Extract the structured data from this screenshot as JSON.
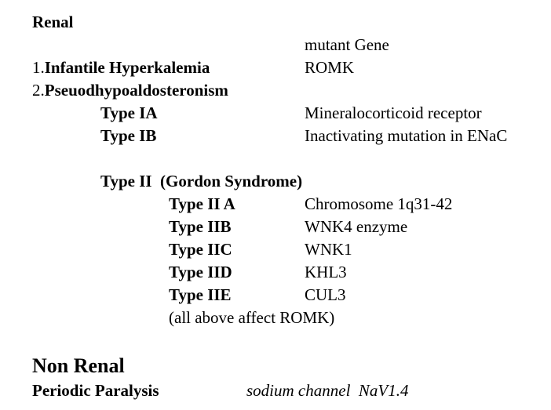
{
  "sections": {
    "renal": {
      "heading": "Renal",
      "column_header": "mutant Gene",
      "items": [
        {
          "number": "1.",
          "label": "Infantile Hyperkalemia",
          "gene": "ROMK"
        },
        {
          "number": "2.",
          "label": "Pseuodhypoaldosteronism",
          "gene": ""
        }
      ],
      "type1": [
        {
          "label": "Type IA",
          "gene": "Mineralocorticoid receptor"
        },
        {
          "label": "Type IB",
          "gene": "Inactivating mutation in ENaC"
        }
      ],
      "type2": {
        "label": "Type II  (Gordon Syndrome)",
        "subtypes": [
          {
            "label": "Type II A",
            "gene": "Chromosome 1q31-42"
          },
          {
            "label": "Type IIB",
            "gene": "WNK4 enzyme"
          },
          {
            "label": "Type IIC",
            "gene": "WNK1"
          },
          {
            "label": "Type IID",
            "gene": "KHL3"
          },
          {
            "label": "Type IIE",
            "gene": "CUL3"
          }
        ],
        "note": "(all above affect ROMK)"
      }
    },
    "non_renal": {
      "heading": "Non Renal",
      "items": [
        {
          "label": "Periodic Paralysis",
          "gene": "sodium channel  NaV1.4"
        }
      ]
    }
  }
}
